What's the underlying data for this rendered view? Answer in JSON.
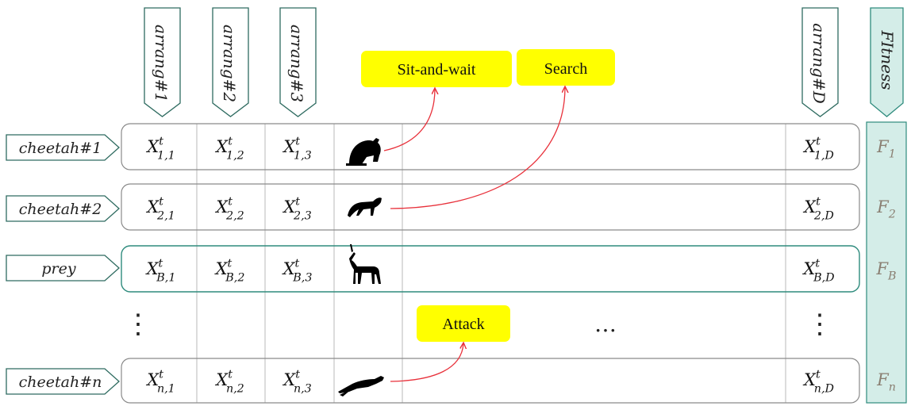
{
  "column_headers": [
    {
      "label": "arrang#1"
    },
    {
      "label": "arrang#2"
    },
    {
      "label": "arrang#3"
    },
    {
      "label": "arrang#D"
    }
  ],
  "fitness_header": "FItness",
  "rows": [
    {
      "label": "cheetah#1",
      "kind": "cheetah",
      "cells": [
        {
          "b": "X",
          "sup": "t",
          "sub": "1,1"
        },
        {
          "b": "X",
          "sup": "t",
          "sub": "1,2"
        },
        {
          "b": "X",
          "sup": "t",
          "sub": "1,3"
        }
      ],
      "last": {
        "b": "X",
        "sup": "t",
        "sub": "1,D"
      },
      "icon": "sitting-cheetah-icon",
      "fitness": {
        "b": "F",
        "sub": "1"
      }
    },
    {
      "label": "cheetah#2",
      "kind": "cheetah",
      "cells": [
        {
          "b": "X",
          "sup": "t",
          "sub": "2,1"
        },
        {
          "b": "X",
          "sup": "t",
          "sub": "2,2"
        },
        {
          "b": "X",
          "sup": "t",
          "sub": "2,3"
        }
      ],
      "last": {
        "b": "X",
        "sup": "t",
        "sub": "2,D"
      },
      "icon": "walking-cheetah-icon",
      "fitness": {
        "b": "F",
        "sub": "2"
      }
    },
    {
      "label": "prey",
      "kind": "prey",
      "cells": [
        {
          "b": "X",
          "sup": "t",
          "sub": "B,1"
        },
        {
          "b": "X",
          "sup": "t",
          "sub": "B,2"
        },
        {
          "b": "X",
          "sup": "t",
          "sub": "B,3"
        }
      ],
      "last": {
        "b": "X",
        "sup": "t",
        "sub": "B,D"
      },
      "icon": "gazelle-icon",
      "fitness": {
        "b": "F",
        "sub": "B"
      }
    },
    {
      "label": "cheetah#n",
      "kind": "cheetah",
      "cells": [
        {
          "b": "X",
          "sup": "t",
          "sub": "n,1"
        },
        {
          "b": "X",
          "sup": "t",
          "sub": "n,2"
        },
        {
          "b": "X",
          "sup": "t",
          "sub": "n,3"
        }
      ],
      "last": {
        "b": "X",
        "sup": "t",
        "sub": "n,D"
      },
      "icon": "running-cheetah-icon",
      "fitness": {
        "b": "F",
        "sub": "n"
      }
    }
  ],
  "strategies": [
    {
      "label": "Sit-and-wait",
      "from_row": 0
    },
    {
      "label": "Search",
      "from_row": 1
    },
    {
      "label": "Attack",
      "from_row": 3
    }
  ],
  "ellipsis_vertical": "⋮",
  "ellipsis_horizontal": "…",
  "colors": {
    "teal": "#2e8b7d",
    "fitness_fill": "#d4ede8",
    "grid_gray": "#8a8a8a",
    "yellow": "#ffff00",
    "arrow_red": "#e8303a",
    "fitness_text": "#8a7f72"
  }
}
